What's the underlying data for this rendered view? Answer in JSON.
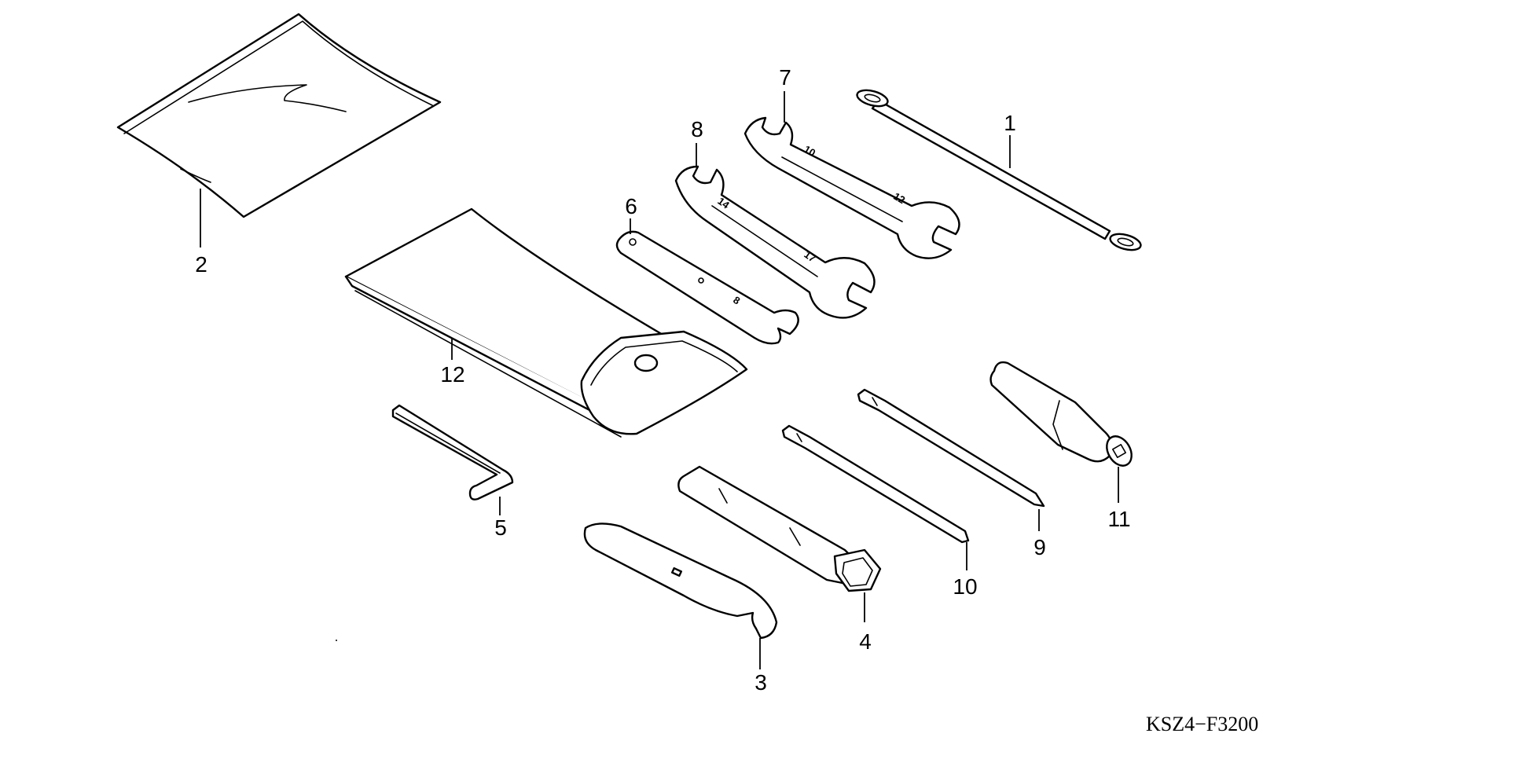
{
  "drawing_code": "KSZ4−F3200",
  "wrench_sizes": {
    "w7_small": "10",
    "w7_large": "12",
    "w8_small": "14",
    "w8_large": "17",
    "w6": "8"
  },
  "callouts": [
    {
      "id": "callout-1",
      "label": "1"
    },
    {
      "id": "callout-2",
      "label": "2"
    },
    {
      "id": "callout-3",
      "label": "3"
    },
    {
      "id": "callout-4",
      "label": "4"
    },
    {
      "id": "callout-5",
      "label": "5"
    },
    {
      "id": "callout-6",
      "label": "6"
    },
    {
      "id": "callout-7",
      "label": "7"
    },
    {
      "id": "callout-8",
      "label": "8"
    },
    {
      "id": "callout-9",
      "label": "9"
    },
    {
      "id": "callout-10",
      "label": "10"
    },
    {
      "id": "callout-11",
      "label": "11"
    },
    {
      "id": "callout-12",
      "label": "12"
    }
  ]
}
